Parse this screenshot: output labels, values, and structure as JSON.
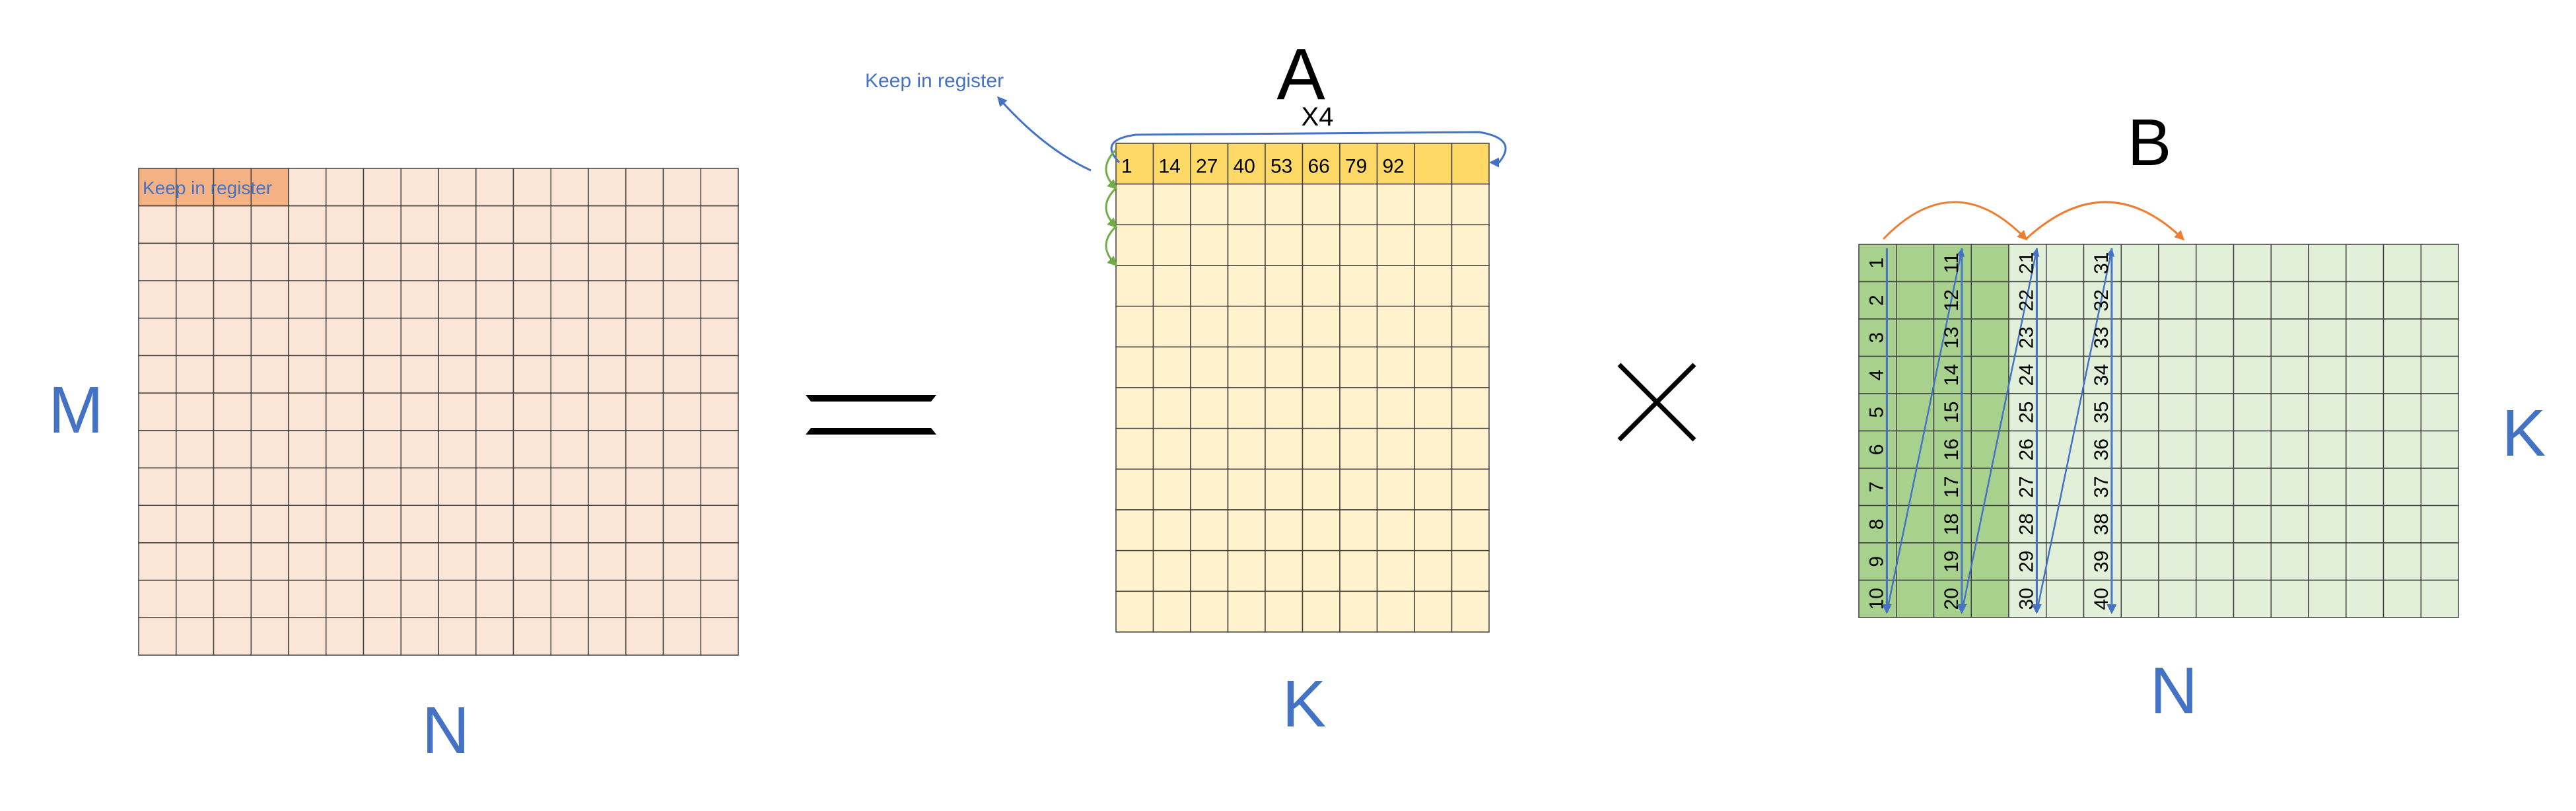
{
  "labels": {
    "c_rows": "M",
    "c_cols": "N",
    "c_note": "Keep in register",
    "a_title": "A",
    "a_cols": "K",
    "a_repeat": "X4",
    "a_note": "Keep in register",
    "b_title": "B",
    "b_rows": "K",
    "b_cols": "N"
  },
  "matrix_c": {
    "rows": 13,
    "cols": 16,
    "highlight_cols": 4
  },
  "matrix_a": {
    "rows": 12,
    "cols": 10,
    "row_numbers": [
      "1",
      "14",
      "27",
      "40",
      "53",
      "66",
      "79",
      "92"
    ]
  },
  "matrix_b": {
    "rows": 10,
    "cols": 16,
    "column_numbers": [
      [
        "1",
        "2",
        "3",
        "4",
        "5",
        "6",
        "7",
        "8",
        "9",
        "10"
      ],
      [
        "11",
        "12",
        "13",
        "14",
        "15",
        "16",
        "17",
        "18",
        "19",
        "20"
      ],
      [
        "21",
        "22",
        "23",
        "24",
        "25",
        "26",
        "27",
        "28",
        "29",
        "30"
      ],
      [
        "31",
        "32",
        "33",
        "34",
        "35",
        "36",
        "37",
        "38",
        "39",
        "40"
      ]
    ]
  },
  "colors": {
    "label_blue": "#4472c4",
    "c_fill": "#fbe5d6",
    "c_highlight": "#f4b183",
    "a_fill": "#fff2cc",
    "a_highlight": "#ffd966",
    "b_fill": "#e2f0d9",
    "b_highlight": "#a9d18e",
    "orange_arrow": "#ed7d31",
    "green_arrow": "#70ad47",
    "grid": "#404040"
  }
}
